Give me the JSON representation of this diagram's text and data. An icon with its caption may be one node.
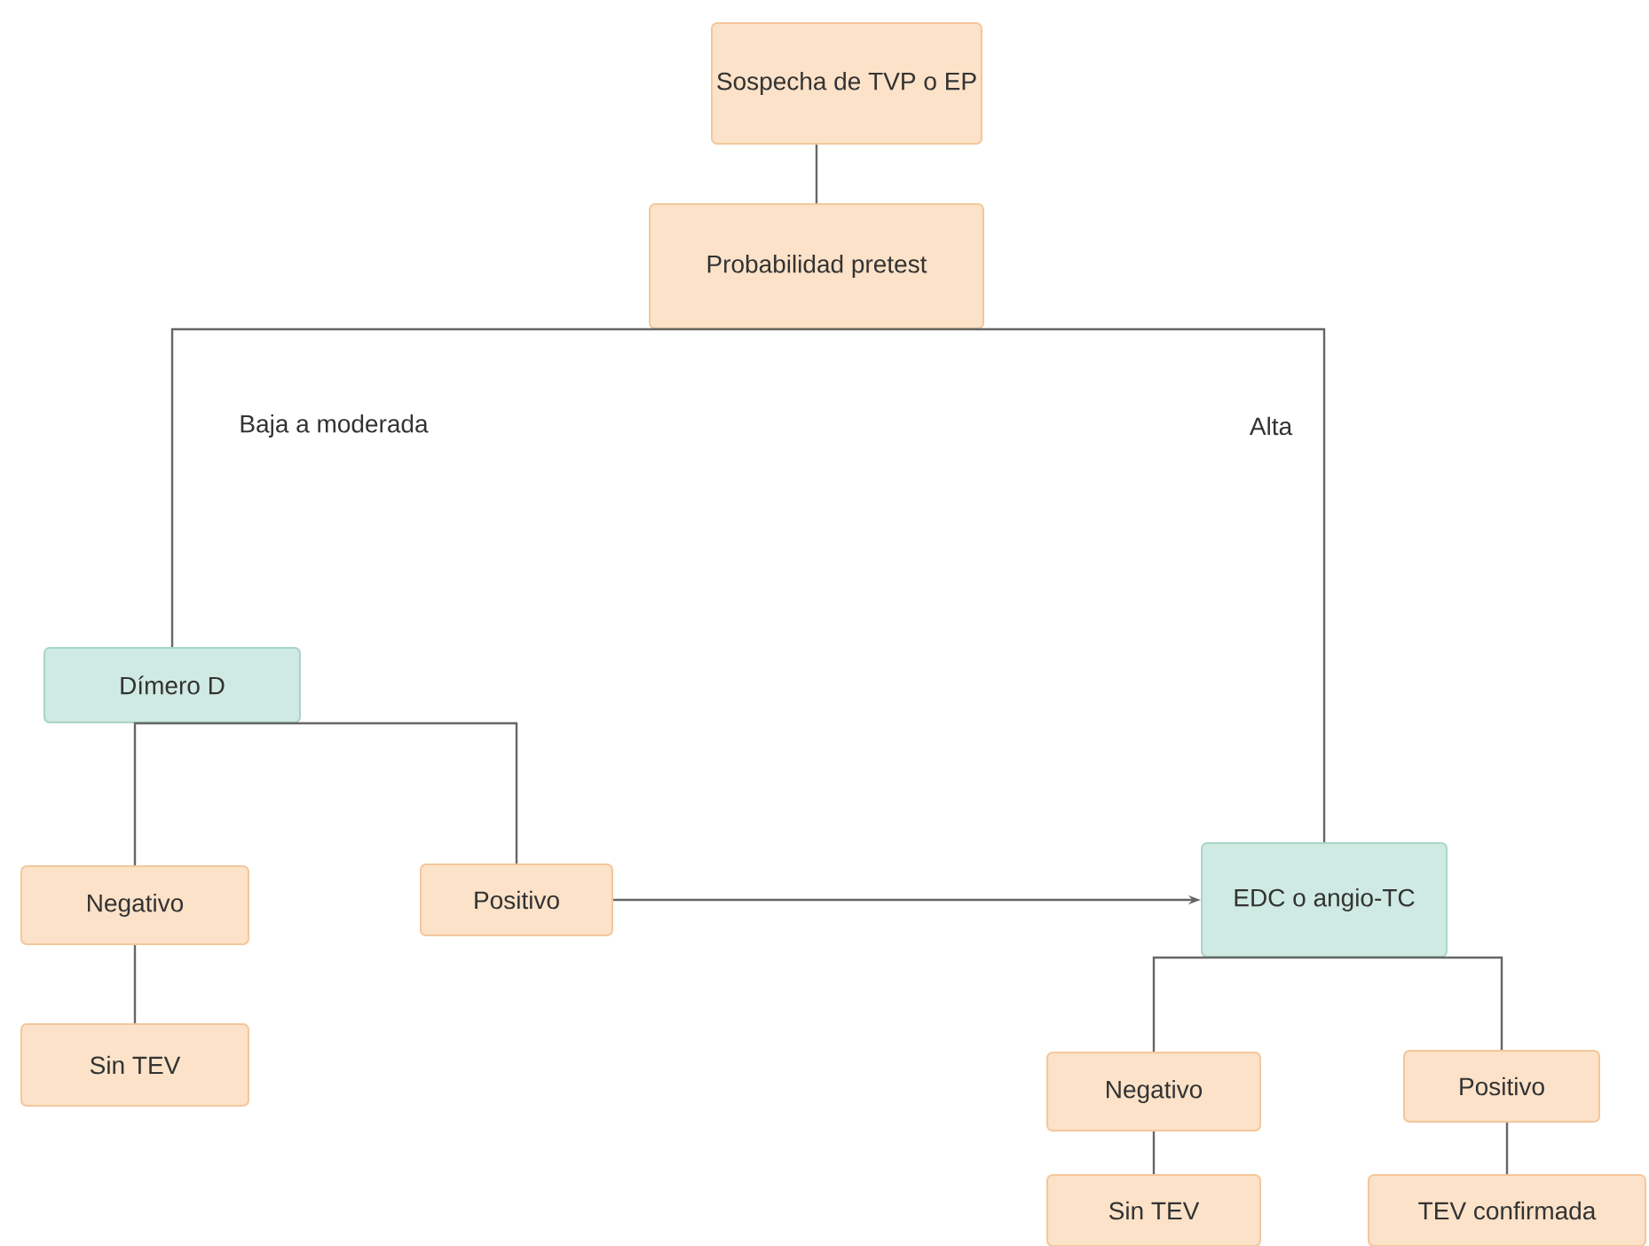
{
  "diagram": {
    "nodes": [
      {
        "text": [
          "Sospecha de TVP o EP"
        ]
      },
      {
        "text": [
          "Probabilidad pretest"
        ]
      },
      {
        "text": [
          "Dímero D"
        ]
      },
      {
        "text": [
          "Negativo"
        ]
      },
      {
        "text": [
          "Positivo"
        ]
      },
      {
        "text": [
          "Sin TEV"
        ]
      },
      {
        "text": [
          "EDC o angio-TC"
        ]
      },
      {
        "text": [
          "Negativo"
        ]
      },
      {
        "text": [
          "Positivo"
        ]
      },
      {
        "text": [
          "Sin TEV"
        ]
      },
      {
        "text": [
          "TEV confirmada"
        ]
      }
    ],
    "edges": [
      {
        "from": 0,
        "to": 1,
        "arrow": "none"
      },
      {
        "from": 1,
        "to": 2,
        "arrow": "none",
        "label": "Baja a moderada"
      },
      {
        "from": 1,
        "to": 6,
        "arrow": "none",
        "label": "Alta"
      },
      {
        "from": 2,
        "to": 3,
        "arrow": "none"
      },
      {
        "from": 2,
        "to": 4,
        "arrow": "none"
      },
      {
        "from": 3,
        "to": 5,
        "arrow": "none"
      },
      {
        "from": 4,
        "to": 6,
        "arrow": "to"
      },
      {
        "from": 6,
        "to": 7,
        "arrow": "none"
      },
      {
        "from": 6,
        "to": 8,
        "arrow": "none"
      },
      {
        "from": 7,
        "to": 9,
        "arrow": "none"
      },
      {
        "from": 8,
        "to": 10,
        "arrow": "none"
      }
    ]
  }
}
